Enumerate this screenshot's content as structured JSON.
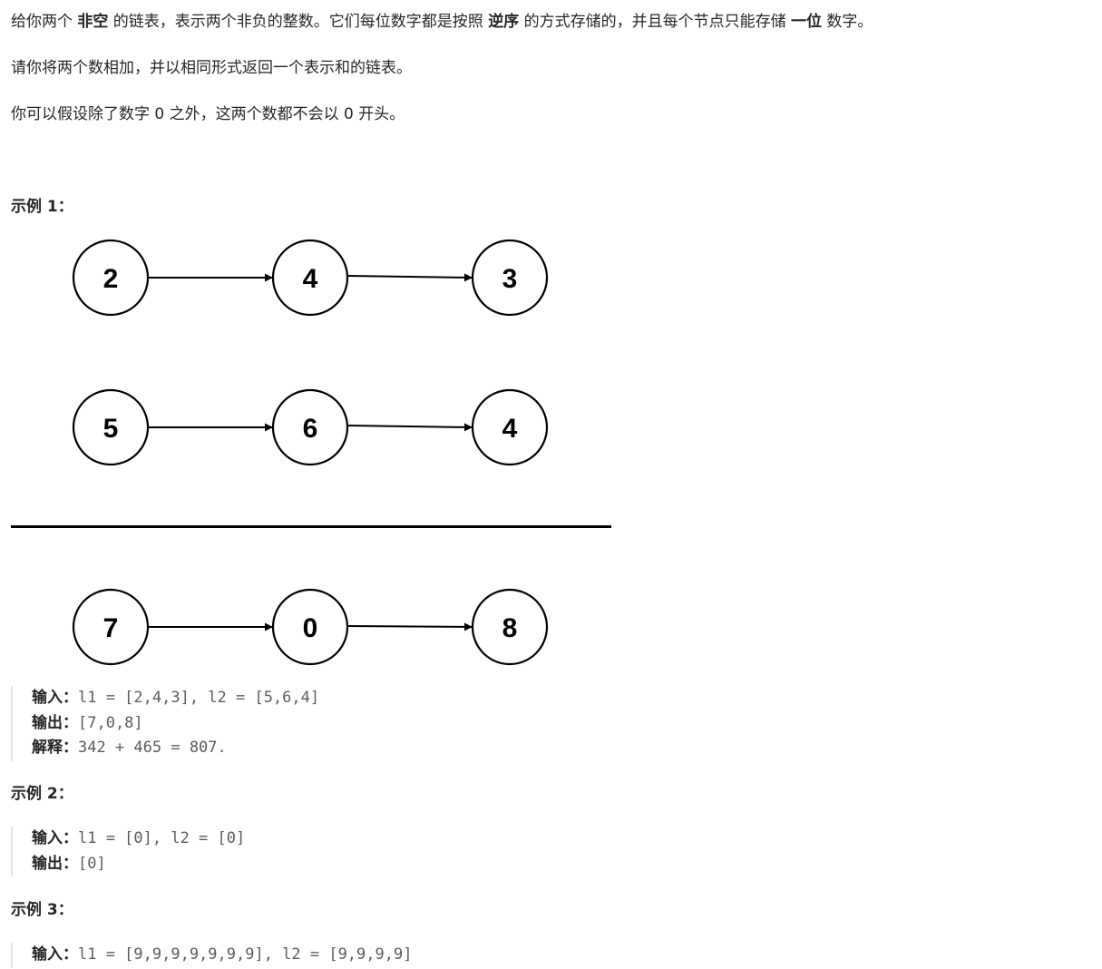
{
  "description": {
    "p1": {
      "t1": "给你两个 ",
      "b1": "非空",
      "t2": " 的链表，表示两个非负的整数。它们每位数字都是按照 ",
      "b2": "逆序",
      "t3": " 的方式存储的，并且每个节点只能存储 ",
      "b3": "一位",
      "t4": " 数字。"
    },
    "p2": "请你将两个数相加，并以相同形式返回一个表示和的链表。",
    "p3": "你可以假设除了数字 0 之外，这两个数都不会以 0 开头。"
  },
  "examples": [
    {
      "title": "示例 1：",
      "diagram": {
        "l1": [
          "2",
          "4",
          "3"
        ],
        "l2": [
          "5",
          "6",
          "4"
        ],
        "result": [
          "7",
          "0",
          "8"
        ]
      },
      "lines": [
        {
          "label": "输入：",
          "value": "l1 = [2,4,3], l2 = [5,6,4]"
        },
        {
          "label": "输出：",
          "value": "[7,0,8]"
        },
        {
          "label": "解释：",
          "value": "342 + 465 = 807."
        }
      ]
    },
    {
      "title": "示例 2：",
      "lines": [
        {
          "label": "输入：",
          "value": "l1 = [0], l2 = [0]"
        },
        {
          "label": "输出：",
          "value": "[0]"
        }
      ]
    },
    {
      "title": "示例 3：",
      "lines": [
        {
          "label": "输入：",
          "value": "l1 = [9,9,9,9,9,9,9], l2 = [9,9,9,9]"
        }
      ]
    }
  ],
  "colors": {
    "text": "#262626",
    "code": "#5c5c5c",
    "block_border": "#e3e3e3"
  }
}
